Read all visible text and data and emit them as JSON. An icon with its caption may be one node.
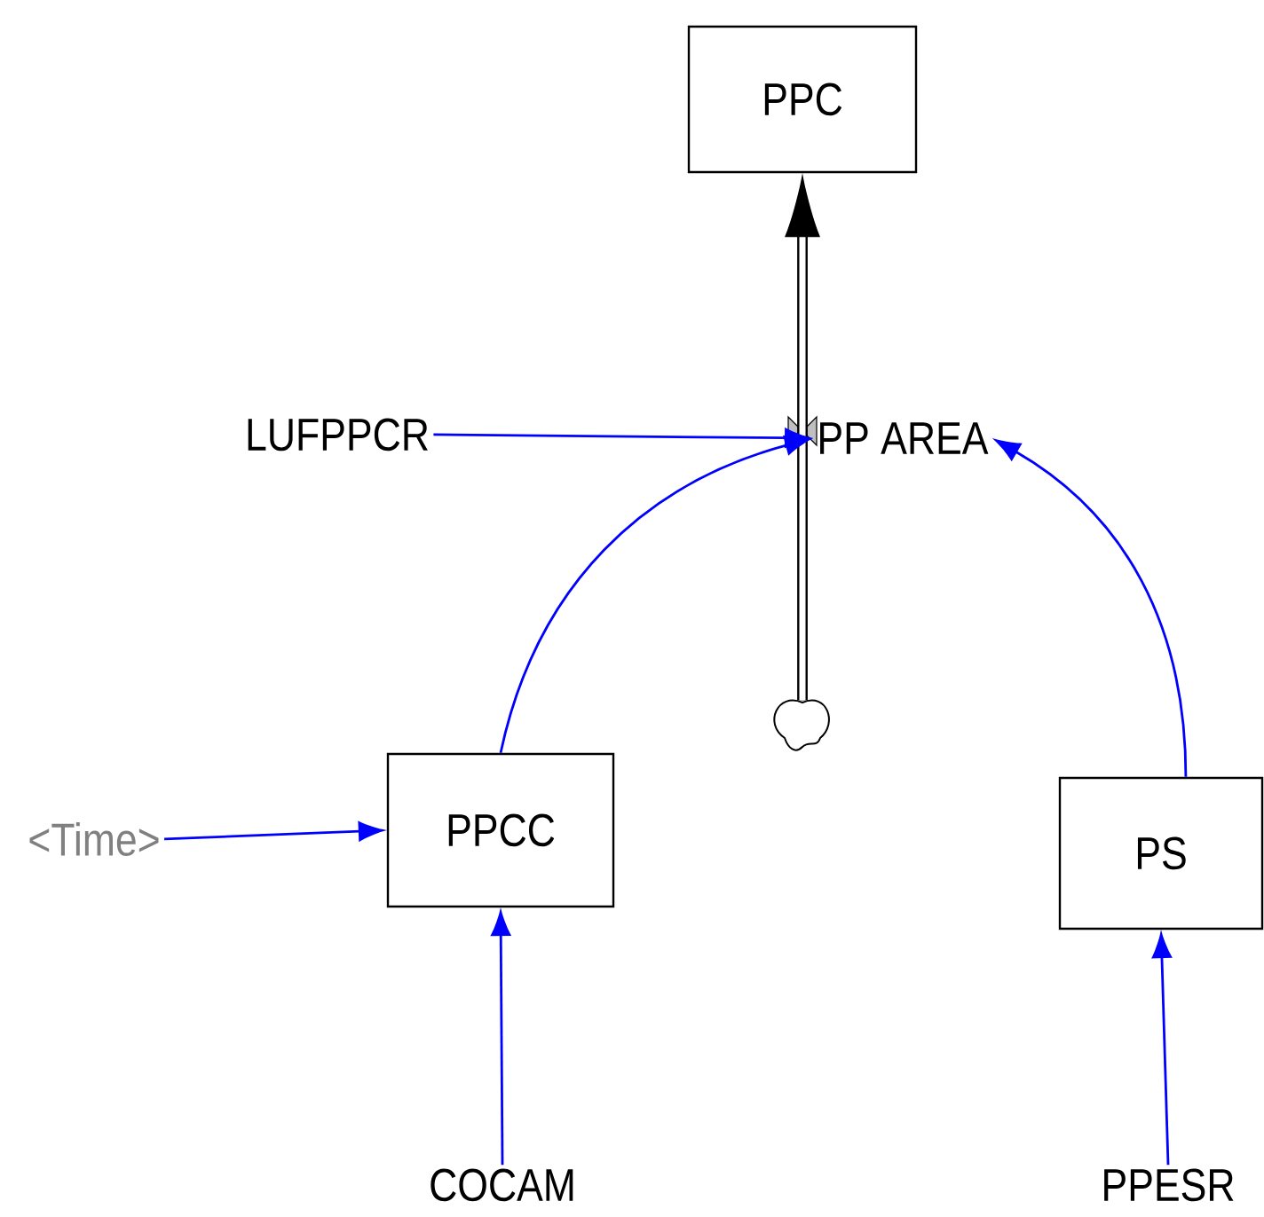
{
  "diagram": {
    "nodes": [
      {
        "text": [
          "PPC"
        ]
      },
      {
        "text": [],
        "shape": "cloud"
      },
      {
        "text": [
          "PP AREA"
        ]
      },
      {
        "text": [
          "LUFPPCR"
        ]
      },
      {
        "text": [
          "PPCC"
        ]
      },
      {
        "text": [
          "<Time>"
        ]
      },
      {
        "text": [
          "PS"
        ]
      },
      {
        "text": [
          "COCAM"
        ]
      },
      {
        "text": [
          "PPESR"
        ]
      }
    ],
    "edges": [
      {
        "from": 1,
        "to": 0,
        "arrow": "to",
        "style": "thick",
        "color": "#000000"
      },
      {
        "from": 3,
        "to": 2,
        "arrow": "to"
      },
      {
        "from": 4,
        "to": 2,
        "arrow": "to"
      },
      {
        "from": 6,
        "to": 2,
        "arrow": "to"
      },
      {
        "from": 5,
        "to": 4,
        "arrow": "to"
      },
      {
        "from": 7,
        "to": 4,
        "arrow": "to"
      },
      {
        "from": 8,
        "to": 6,
        "arrow": "to"
      }
    ]
  }
}
